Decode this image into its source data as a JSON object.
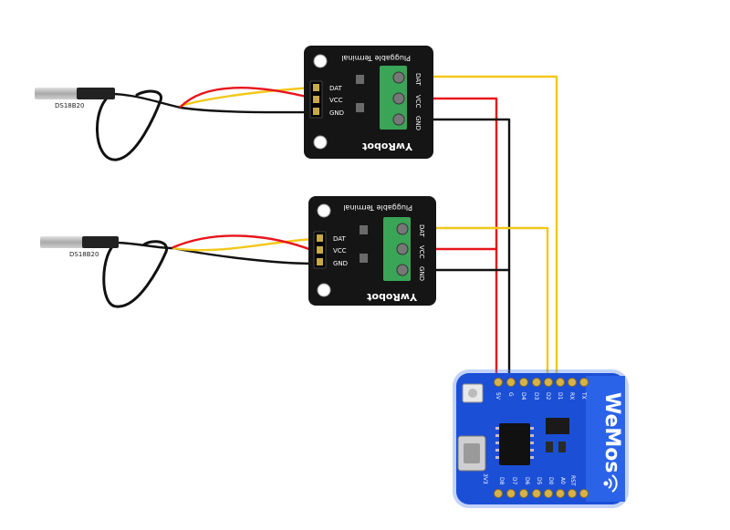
{
  "sensors": [
    {
      "label": "DS18B20"
    },
    {
      "label": "DS18B20"
    }
  ],
  "modules": [
    {
      "title": "Pluggable Terminal",
      "brand": "YwRobot",
      "pins": [
        "DAT",
        "VCC",
        "GND"
      ],
      "terminal_pins": [
        "DAT",
        "VCC",
        "GND"
      ]
    },
    {
      "title": "Pluggable Terminal",
      "brand": "YwRobot",
      "pins": [
        "DAT",
        "VCC",
        "GND"
      ],
      "terminal_pins": [
        "DAT",
        "VCC",
        "GND"
      ]
    }
  ],
  "board": {
    "brand": "WeMos",
    "top_pins": [
      "5V",
      "G",
      "D4",
      "D3",
      "D2",
      "D1",
      "RX",
      "TX"
    ],
    "bottom_pins": [
      "3V3",
      "D8",
      "D7",
      "D6",
      "D5",
      "D0",
      "A0",
      "RST"
    ]
  },
  "wire_colors": {
    "data": "#f2c81a",
    "vcc": "#e8141b",
    "gnd": "#111111"
  }
}
